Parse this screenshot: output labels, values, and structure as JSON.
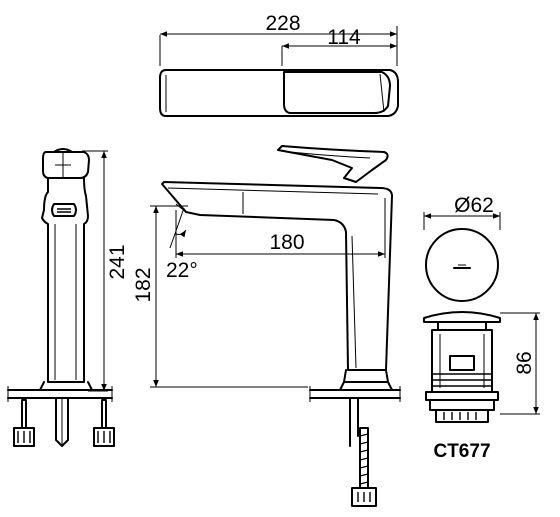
{
  "dimensions": {
    "overall_length": "228",
    "handle_length": "114",
    "height": "241",
    "spout_reach": "180",
    "spout_height": "182",
    "spout_angle": "22°",
    "drain_diameter": "Ø62",
    "drain_height": "86"
  },
  "drain_model": "CT677"
}
